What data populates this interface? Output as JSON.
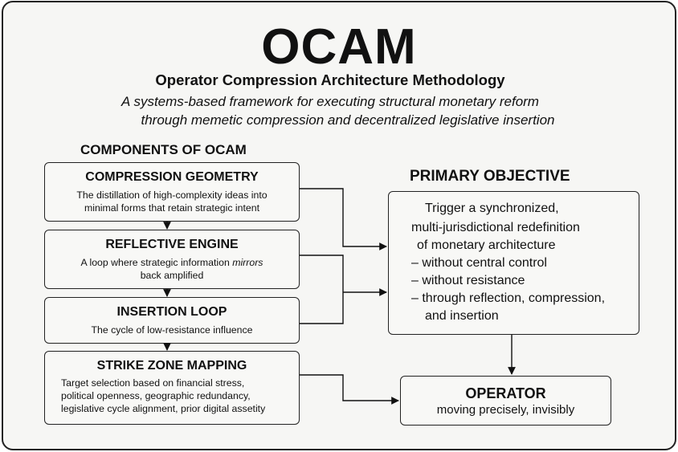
{
  "header": {
    "title": "OCAM",
    "subtitle": "Operator Compression Architecture Methodology",
    "tagline_line1": "A systems-based framework for executing structural monetary reform",
    "tagline_line2": "through memetic compression and decentralized legislative insertion"
  },
  "components": {
    "heading": "COMPONENTS OF OCAM",
    "items": [
      {
        "title": "COMPRESSION GEOMETRY",
        "lines": [
          "The distillation of high-complexity ideas into",
          "minimal forms that retain strategic intent"
        ]
      },
      {
        "title": "REFLECTIVE ENGINE",
        "line1_pre": "A loop where strategic information ",
        "line1_em": "mirrors",
        "line2": "back amplified"
      },
      {
        "title": "INSERTION LOOP",
        "lines": [
          "The cycle of low-resistance influence"
        ]
      },
      {
        "title": "STRIKE ZONE MAPPING",
        "lines": [
          "Target selection based on financial stress,",
          "political openness, geographic redundancy,",
          "legislative cycle alignment, prior digital assetity"
        ]
      }
    ]
  },
  "objective": {
    "heading": "PRIMARY OBJECTIVE",
    "lines": [
      "Trigger a synchronized,",
      "multi-jurisdictional redefinition",
      "of monetary architecture",
      "– without central control",
      "– without resistance",
      "– through reflection, compression,",
      "and insertion"
    ]
  },
  "operator": {
    "title": "OPERATOR",
    "description": "moving precisely, invisibly"
  }
}
